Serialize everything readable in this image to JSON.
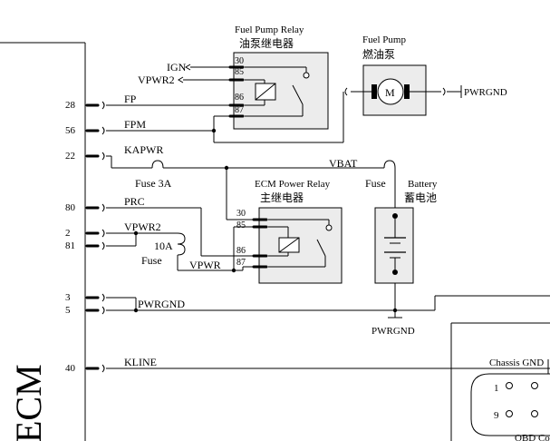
{
  "ecm": {
    "label": "ECM",
    "pins": [
      "28",
      "56",
      "22",
      "80",
      "2",
      "81",
      "3",
      "5",
      "40"
    ]
  },
  "signals": {
    "fp": "FP",
    "fpm": "FPM",
    "kapwr": "KAPWR",
    "prc": "PRC",
    "vpwr2": "VPWR2",
    "pwrgnd": "PWRGND",
    "kline": "KLINE",
    "ign": "IGN",
    "vpwr2_out": "VPWR2",
    "vpwr": "VPWR",
    "vbat": "VBAT"
  },
  "fuel_pump_relay": {
    "title_en": "Fuel Pump Relay",
    "title_zh": "油泵继电器",
    "pins": [
      "30",
      "85",
      "86",
      "87"
    ]
  },
  "ecm_power_relay": {
    "title_en": "ECM Power Relay",
    "title_zh": "主继电器",
    "pins": [
      "30",
      "85",
      "86",
      "87"
    ]
  },
  "fuel_pump": {
    "title_en": "Fuel Pump",
    "title_zh": "燃油泵",
    "motor_symbol": "M",
    "ground": "PWRGND"
  },
  "fuses": {
    "fuse_3a": "Fuse 3A",
    "fuse_10a_value": "10A",
    "fuse_10a_label": "Fuse",
    "fuse_battery": "Fuse"
  },
  "battery": {
    "title_en": "Battery",
    "title_zh": "蓄电池",
    "ground": "PWRGND"
  },
  "obd": {
    "chassis_gnd": "Chassis GND",
    "pin_1": "1",
    "pin_9": "9",
    "label": "OBD Co"
  }
}
